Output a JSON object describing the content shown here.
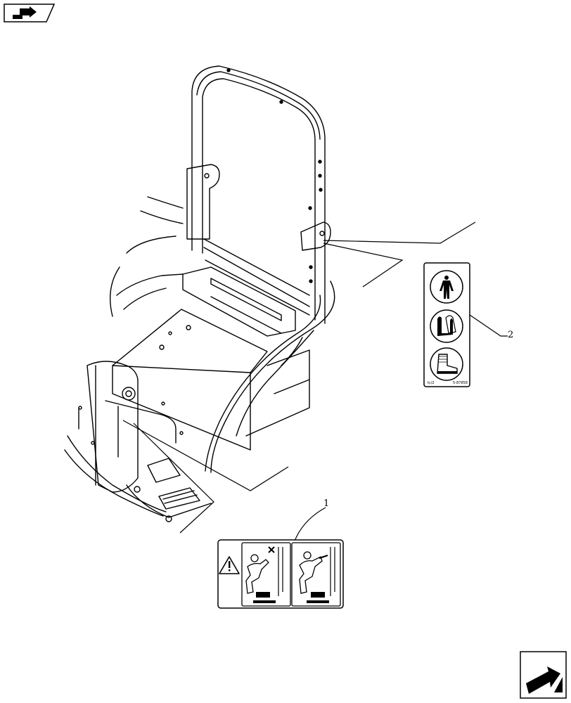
{
  "callouts": [
    {
      "number": "1"
    },
    {
      "number": "2"
    }
  ],
  "decal_ppe": {
    "code_left": "tc/2",
    "code_right": "5-87858"
  },
  "nav": {
    "top_icon": "book-arrow-icon",
    "bottom_icon": "next-page-arrow-icon"
  }
}
